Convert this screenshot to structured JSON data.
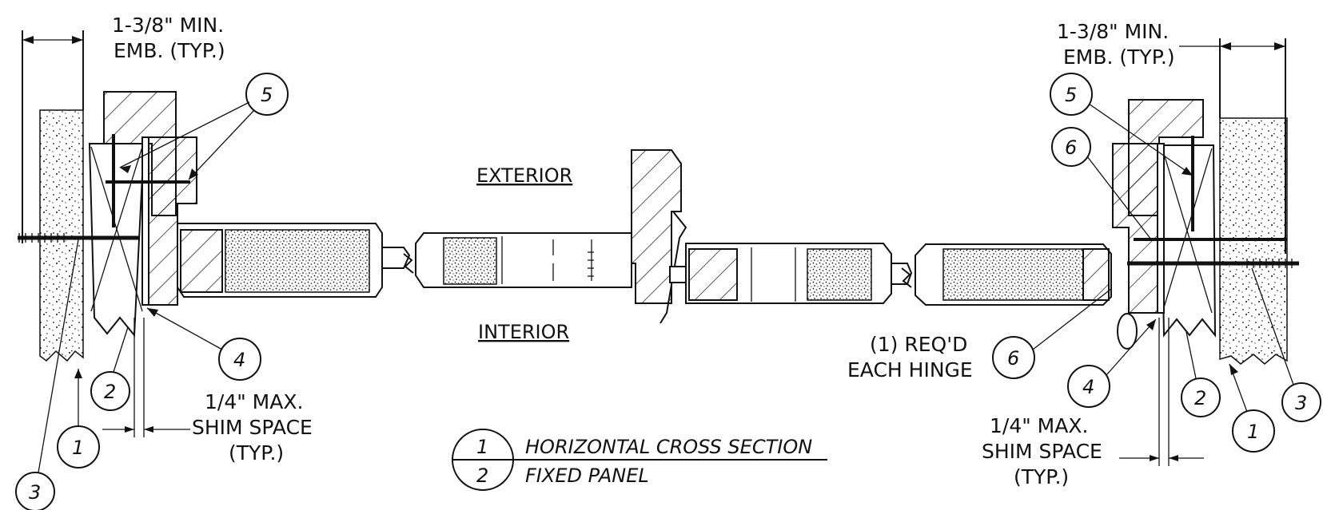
{
  "labels": {
    "emb_left_1": "1-3/8\" MIN.",
    "emb_left_2": "EMB. (TYP.)",
    "emb_right_1": "1-3/8\" MIN.",
    "emb_right_2": "EMB. (TYP.)",
    "exterior": "EXTERIOR",
    "interior": "INTERIOR",
    "shim_left_1": "1/4\" MAX.",
    "shim_left_2": "SHIM SPACE",
    "shim_left_3": "(TYP.)",
    "shim_right_1": "1/4\" MAX.",
    "shim_right_2": "SHIM SPACE",
    "shim_right_3": "(TYP.)",
    "reqd_1": "(1) REQ'D",
    "reqd_2": "EACH HINGE",
    "title_main": "HORIZONTAL CROSS SECTION",
    "title_sub": "FIXED PANEL",
    "title_num_top": "1",
    "title_num_bottom": "2"
  },
  "callouts": {
    "left_5": "5",
    "left_4": "4",
    "left_2": "2",
    "left_1": "1",
    "left_3": "3",
    "right_5": "5",
    "right_6_top": "6",
    "right_6_bottom": "6",
    "right_4": "4",
    "right_2": "2",
    "right_1": "1",
    "right_3": "3"
  }
}
